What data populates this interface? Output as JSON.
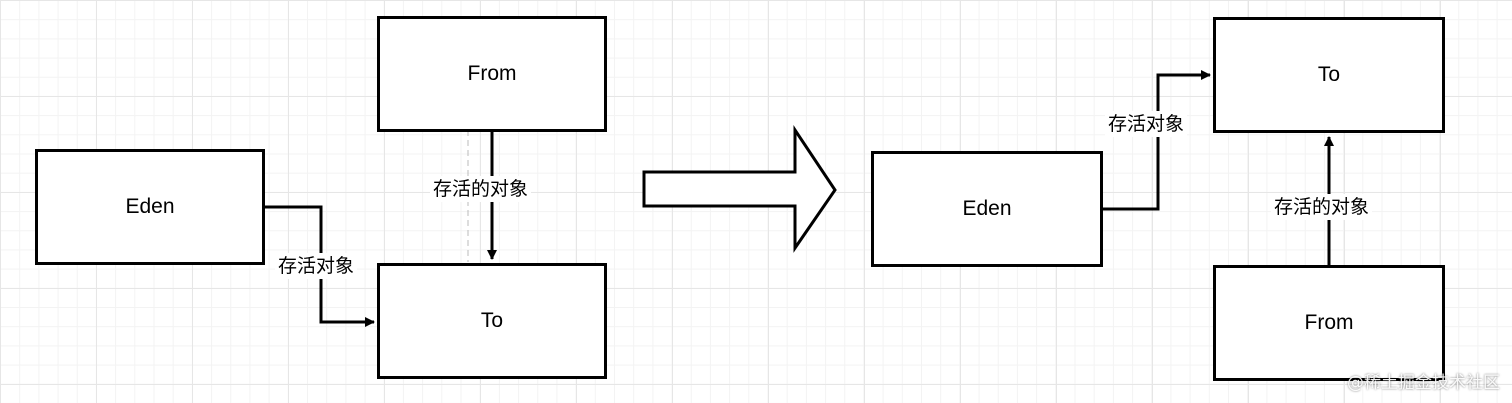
{
  "left_diagram": {
    "eden_label": "Eden",
    "from_label": "From",
    "to_label": "To",
    "eden_to_to_label": "存活对象",
    "from_to_to_label": "存活的对象"
  },
  "right_diagram": {
    "eden_label": "Eden",
    "to_label": "To",
    "from_label": "From",
    "eden_to_to_label": "存活对象",
    "from_to_to_label": "存活的对象"
  },
  "watermark": "@稀土掘金技术社区"
}
